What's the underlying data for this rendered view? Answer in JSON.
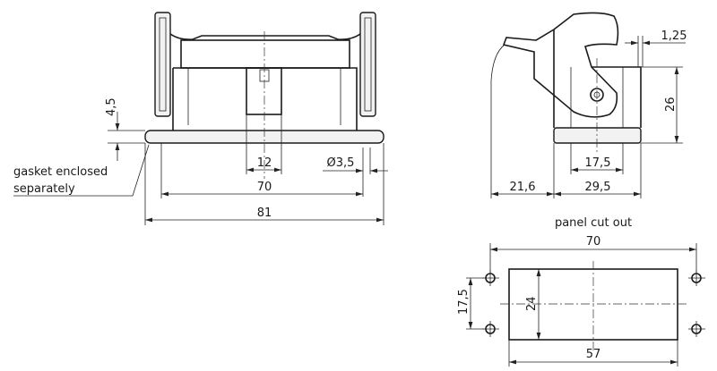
{
  "front_view": {
    "dim_flange_height": "4,5",
    "dim_center_block": "12",
    "dim_hole_diameter": "Ø3,5",
    "dim_hole_spacing": "70",
    "dim_overall_width": "81",
    "note_line1": "gasket enclosed",
    "note_line2": "separately"
  },
  "side_view": {
    "dim_offset": "1,25",
    "dim_height": "26",
    "dim_inner": "17,5",
    "dim_lever": "21,6",
    "dim_depth": "29,5"
  },
  "panel_cutout": {
    "title": "panel cut out",
    "dim_hole_spacing_x": "70",
    "dim_hole_spacing_y": "17,5",
    "dim_cutout_height": "24",
    "dim_cutout_width": "57"
  }
}
